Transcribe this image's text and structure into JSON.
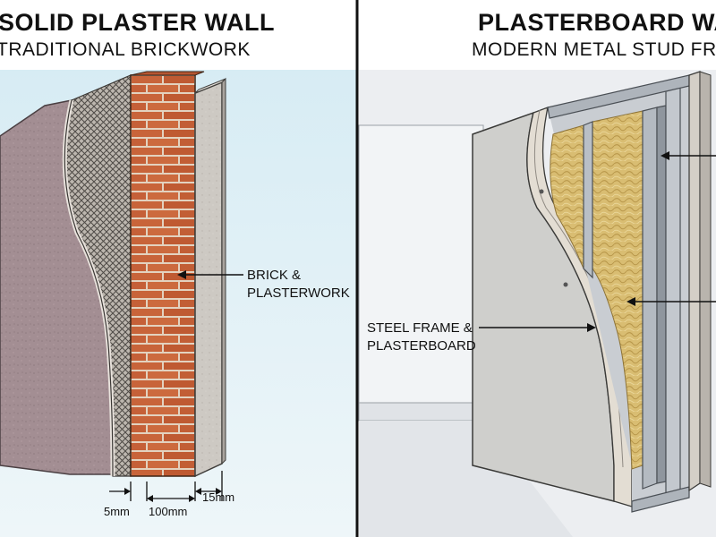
{
  "left_panel": {
    "title": "SOLID PLASTER WALL",
    "subtitle": "TRADITIONAL BRICKWORK",
    "callout_line1": "BRICK &",
    "callout_line2": "PLASTERWORK",
    "dim_plaster": "5mm",
    "dim_brick": "100mm",
    "dim_board": "15mm"
  },
  "right_panel": {
    "title": "PLASTERBOARD WALL",
    "subtitle": "MODERN METAL STUD FRAME",
    "callout_line1": "STEEL FRAME &",
    "callout_line2": "PLASTERBOARD"
  },
  "colors": {
    "brick": "#c8643a",
    "mortar": "#e3d2bf",
    "plaster_face": "#a08a8f",
    "board": "#cfcac4",
    "insulation": "#d9bd72",
    "steel": "#b6bcc3",
    "room_wall": "#eaedf1",
    "sky_bg": "#d8ecf4"
  }
}
